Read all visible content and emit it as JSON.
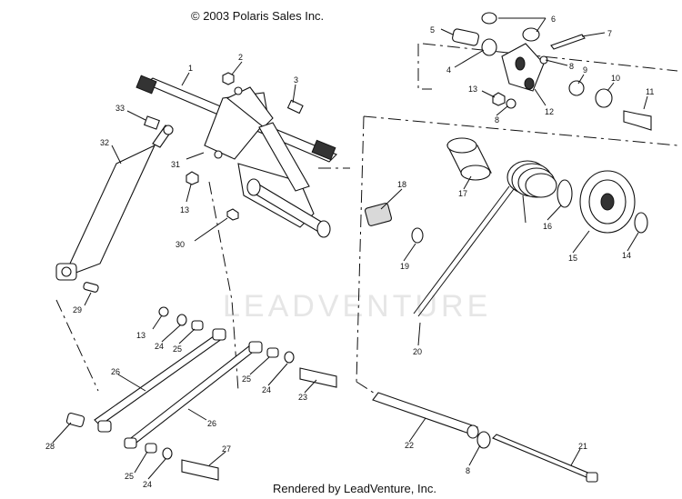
{
  "header": {
    "copyright": "© 2003 Polaris Sales Inc."
  },
  "footer": {
    "rendered_by": "Rendered by LeadVenture, Inc."
  },
  "watermark": {
    "text": "LEADVENTURE"
  },
  "callouts": [
    {
      "id": "c1",
      "label": "1"
    },
    {
      "id": "c2",
      "label": "2"
    },
    {
      "id": "c3",
      "label": "3"
    },
    {
      "id": "c4",
      "label": "4"
    },
    {
      "id": "c5",
      "label": "5"
    },
    {
      "id": "c6",
      "label": "6"
    },
    {
      "id": "c7",
      "label": "7"
    },
    {
      "id": "c8a",
      "label": "8"
    },
    {
      "id": "c8b",
      "label": "8"
    },
    {
      "id": "c8c",
      "label": "8"
    },
    {
      "id": "c9",
      "label": "9"
    },
    {
      "id": "c10",
      "label": "10"
    },
    {
      "id": "c11",
      "label": "11"
    },
    {
      "id": "c12",
      "label": "12"
    },
    {
      "id": "c13a",
      "label": "13"
    },
    {
      "id": "c13b",
      "label": "13"
    },
    {
      "id": "c13c",
      "label": "13"
    },
    {
      "id": "c14",
      "label": "14"
    },
    {
      "id": "c15",
      "label": "15"
    },
    {
      "id": "c16",
      "label": "16"
    },
    {
      "id": "c17",
      "label": "17"
    },
    {
      "id": "c18",
      "label": "18"
    },
    {
      "id": "c19",
      "label": "19"
    },
    {
      "id": "c20",
      "label": "20"
    },
    {
      "id": "c21",
      "label": "21"
    },
    {
      "id": "c22",
      "label": "22"
    },
    {
      "id": "c23",
      "label": "23"
    },
    {
      "id": "c24a",
      "label": "24"
    },
    {
      "id": "c24b",
      "label": "24"
    },
    {
      "id": "c24c",
      "label": "24"
    },
    {
      "id": "c25a",
      "label": "25"
    },
    {
      "id": "c25b",
      "label": "25"
    },
    {
      "id": "c25c",
      "label": "25"
    },
    {
      "id": "c26a",
      "label": "26"
    },
    {
      "id": "c26b",
      "label": "26"
    },
    {
      "id": "c27",
      "label": "27"
    },
    {
      "id": "c28",
      "label": "28"
    },
    {
      "id": "c29",
      "label": "29"
    },
    {
      "id": "c30",
      "label": "30"
    },
    {
      "id": "c31",
      "label": "31"
    },
    {
      "id": "c32",
      "label": "32"
    },
    {
      "id": "c33",
      "label": "33"
    }
  ]
}
